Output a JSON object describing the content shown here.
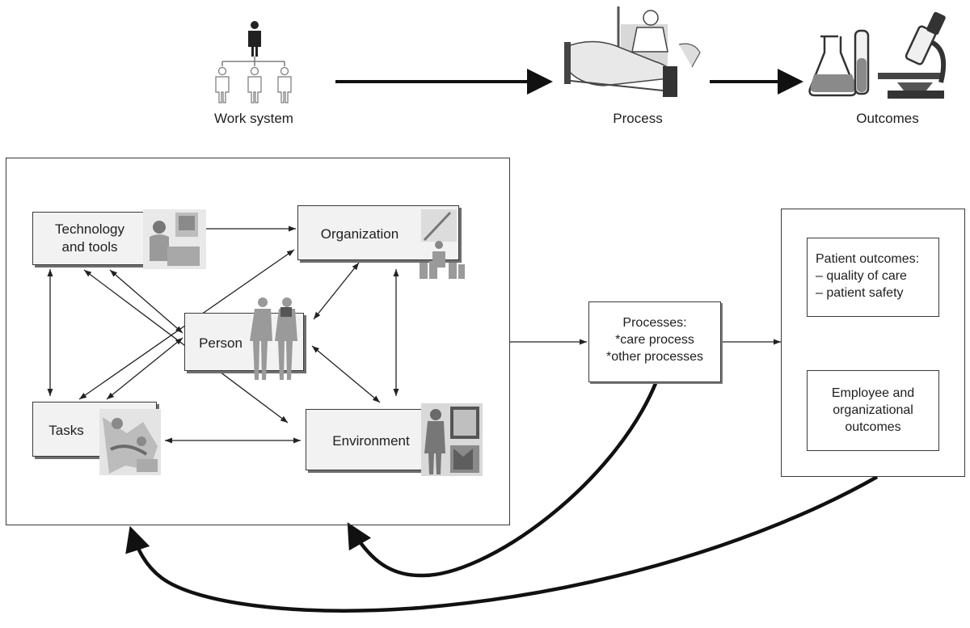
{
  "header": {
    "work_system": "Work system",
    "process": "Process",
    "outcomes": "Outcomes"
  },
  "work_system_box": {
    "technology": {
      "line1": "Technology",
      "line2": "and tools"
    },
    "organization": "Organization",
    "person": "Person",
    "tasks": "Tasks",
    "environment": "Environment"
  },
  "processes_box": {
    "line1": "Processes:",
    "line2": "*care process",
    "line3": "*other processes"
  },
  "outcomes_box": {
    "patient": {
      "line1": "Patient outcomes:",
      "line2": "– quality of care",
      "line3": "– patient safety"
    },
    "employee": {
      "line1": "Employee and",
      "line2": "organizational",
      "line3": "outcomes"
    }
  },
  "colors": {
    "line": "#1e1e1e",
    "component_fill": "#f2f2f2",
    "figure_gray": "#9a9a9a"
  },
  "icons": [
    "org-chart-icon",
    "hospital-bed-icon",
    "lab-flask-icon",
    "microscope-icon"
  ]
}
